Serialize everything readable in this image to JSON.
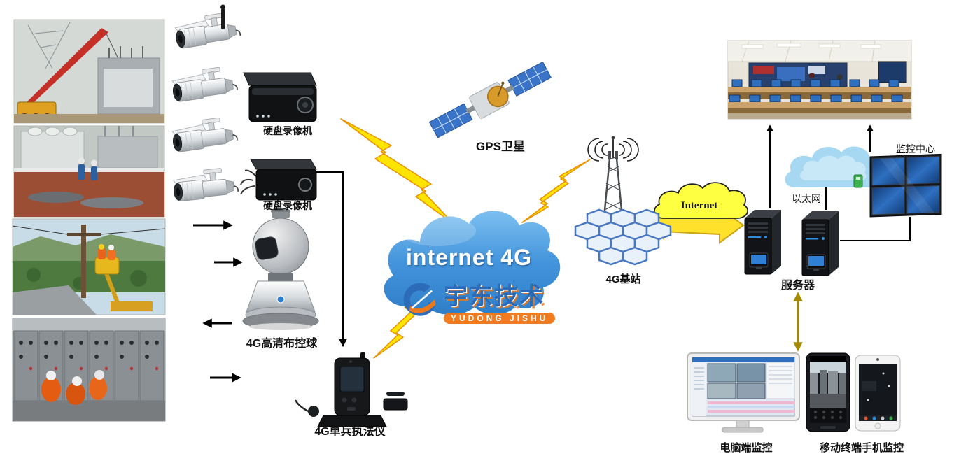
{
  "watermark": {
    "name_cn": "宇东技术",
    "name_en": "YUDONG JISHU"
  },
  "front_end": {
    "dvr1_label": "硬盘录像机",
    "dvr2_label": "硬盘录像机",
    "ptz_ball_label": "4G高清布控球",
    "body_camera_label": "4G单兵执法仪"
  },
  "network": {
    "gps_label": "GPS卫星",
    "cloud_label": "internet 4G",
    "base_station_label": "4G基站",
    "internet_label": "Internet"
  },
  "center": {
    "server_label": "服务器",
    "ethernet_label": "以太网",
    "monitor_center_label": "监控中心",
    "pc_label": "电脑端监控",
    "mobile_label": "移动终端手机监控"
  },
  "colors": {
    "cloud_blue": "#3f8ed6",
    "lightning_yellow": "#ffe400",
    "internet_cloud_yellow": "#ffff42",
    "link_olive": "#a58a00",
    "arrow_black": "#000000",
    "brand_blue": "#2b6bb8",
    "brand_orange": "#f07818"
  }
}
